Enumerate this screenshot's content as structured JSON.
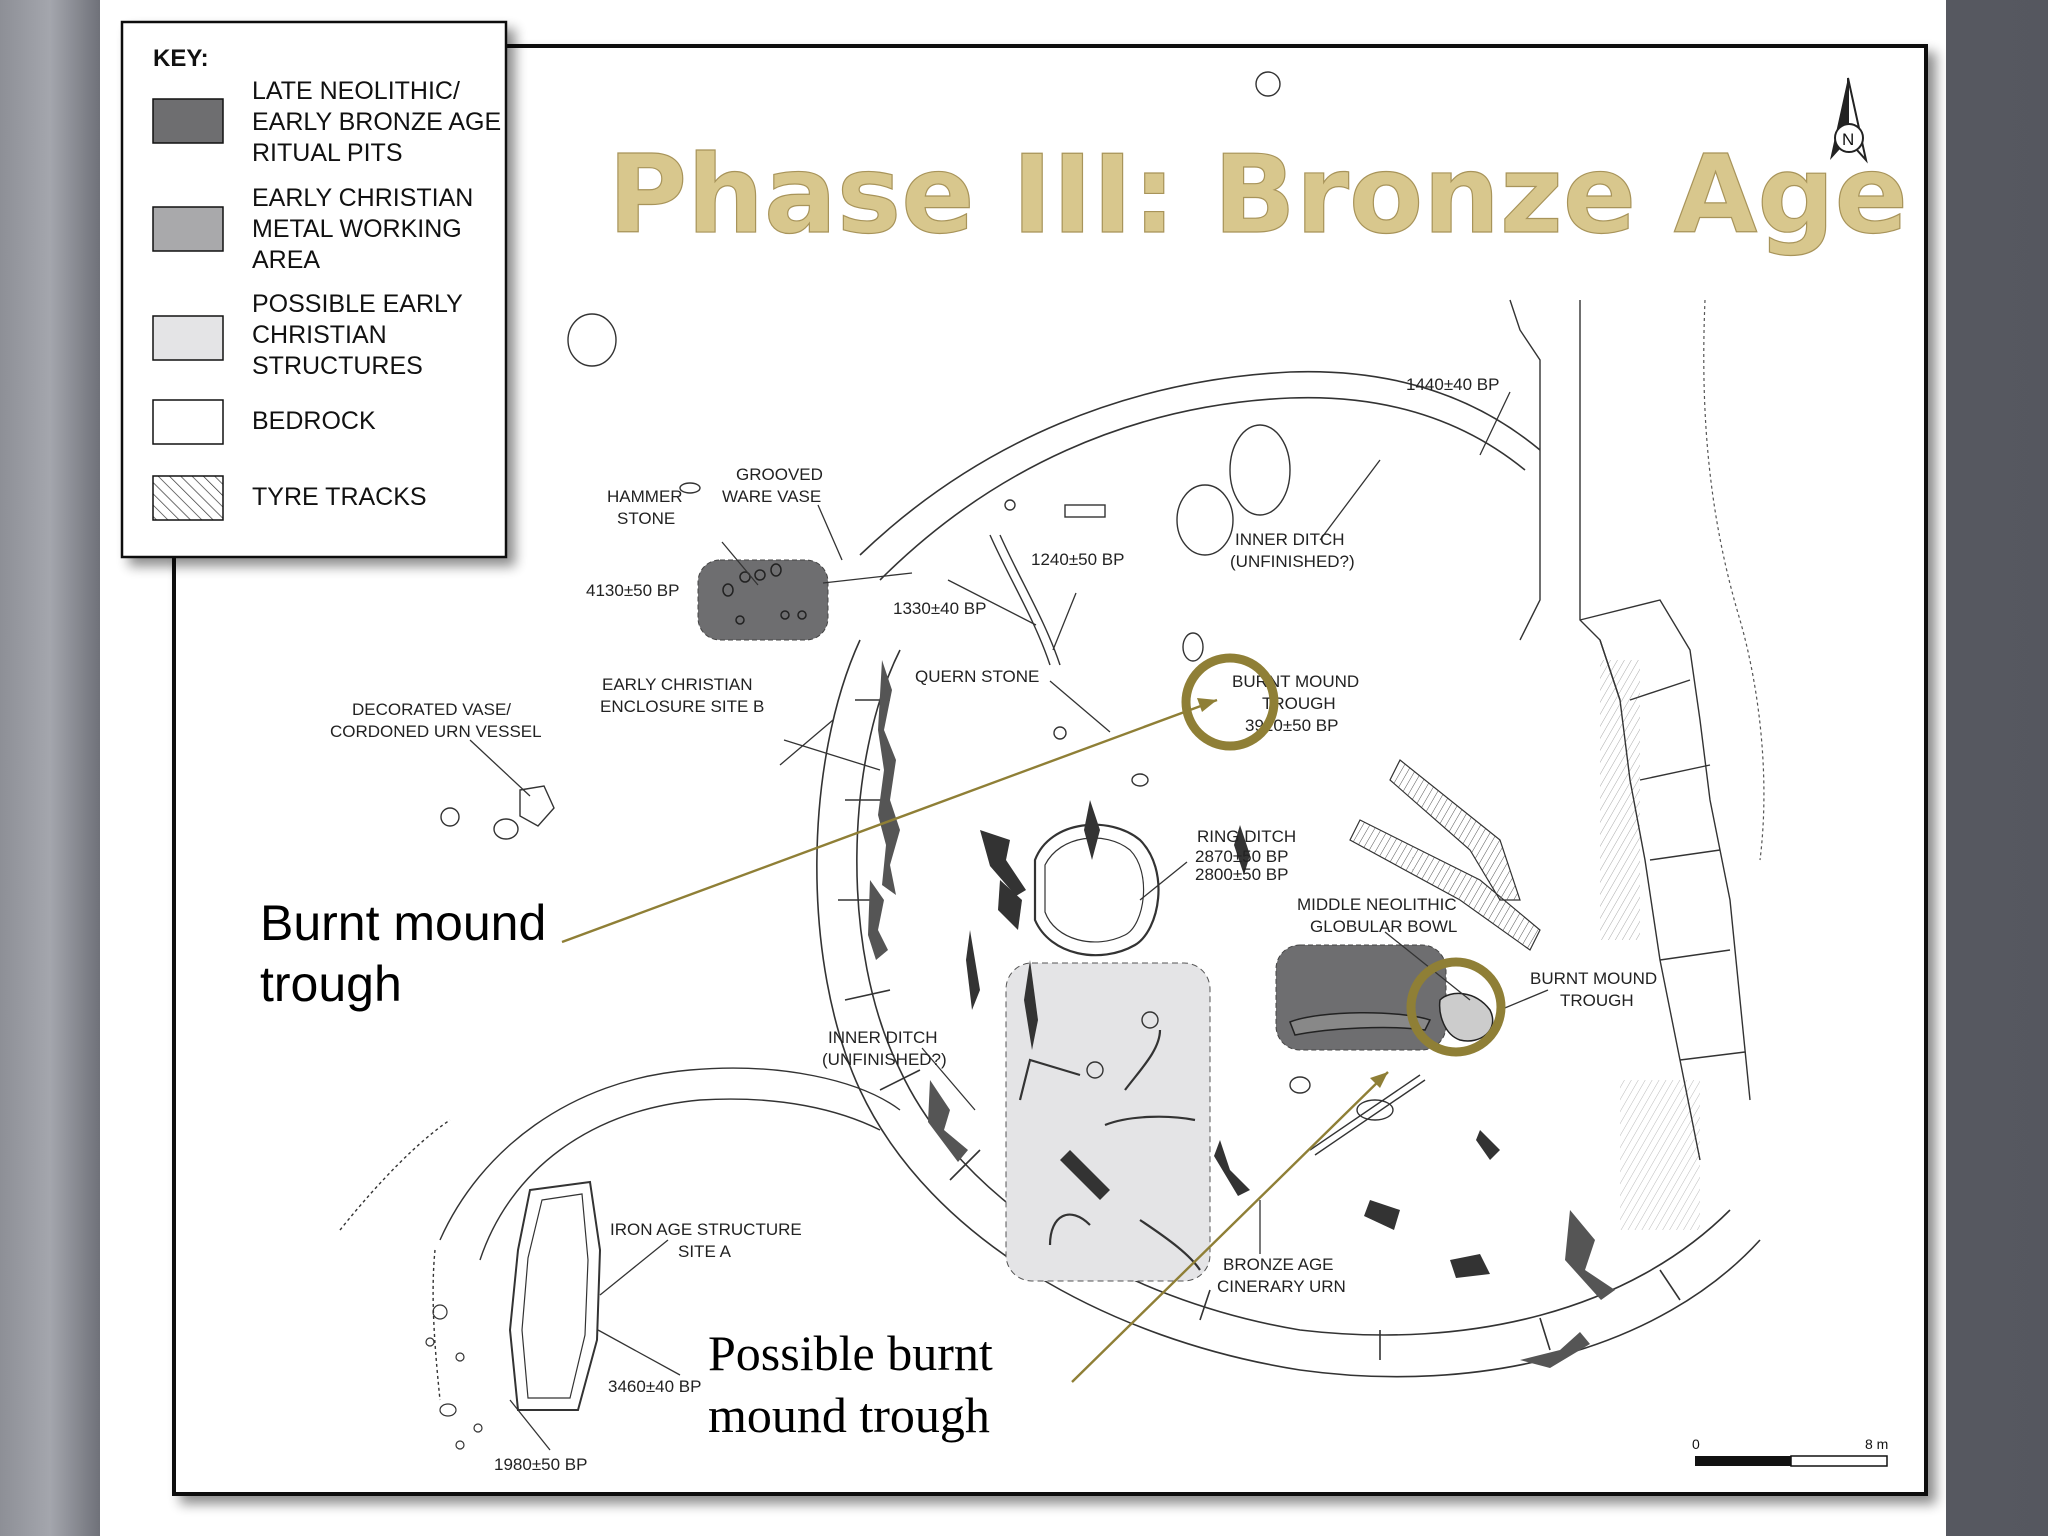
{
  "title": "Phase III: Bronze Age",
  "north_label": "N",
  "key": {
    "heading": "KEY:",
    "items": [
      {
        "lines": [
          "LATE NEOLITHIC/",
          "EARLY BRONZE AGE",
          "RITUAL PITS"
        ],
        "fill": "#6e6e70"
      },
      {
        "lines": [
          "EARLY CHRISTIAN",
          "METAL WORKING",
          "AREA"
        ],
        "fill": "#a9a9ab"
      },
      {
        "lines": [
          "POSSIBLE EARLY",
          "CHRISTIAN",
          "STRUCTURES"
        ],
        "fill": "#e4e4e6"
      },
      {
        "lines": [
          "BEDROCK"
        ],
        "fill": "#ffffff"
      },
      {
        "lines": [
          "TYRE TRACKS"
        ],
        "fill": "hatch"
      }
    ]
  },
  "labels": {
    "grooved_ware": [
      "GROOVED",
      "WARE VASE"
    ],
    "hammer_stone": [
      "HAMMER",
      "STONE"
    ],
    "date_4130": "4130±50 BP",
    "date_1330": "1330±40 BP",
    "date_1240": "1240±50 BP",
    "date_1440": "1440±40 BP",
    "inner_ditch_ne": [
      "INNER DITCH",
      "(UNFINISHED?)"
    ],
    "quern_stone": "QUERN STONE",
    "burnt_mound_north": [
      "BURNT MOUND",
      "TROUGH",
      "3920±50 BP"
    ],
    "early_christian_b": [
      "EARLY CHRISTIAN",
      "ENCLOSURE SITE B"
    ],
    "decorated_vase": [
      "DECORATED VASE/",
      "CORDONED URN VESSEL"
    ],
    "ring_ditch": [
      "RING DITCH",
      "2870±50 BP",
      "2800±50 BP"
    ],
    "middle_neolithic": [
      "MIDDLE NEOLITHIC",
      "GLOBULAR BOWL"
    ],
    "burnt_mound_east": [
      "BURNT MOUND",
      "TROUGH"
    ],
    "inner_ditch_sw": [
      "INNER DITCH",
      "(UNFINISHED?)"
    ],
    "iron_age": [
      "IRON AGE STRUCTURE",
      "SITE A"
    ],
    "date_3460": "3460±40 BP",
    "date_1980": "1980±50 BP",
    "bronze_age_urn": [
      "BRONZE AGE",
      "CINERARY URN"
    ]
  },
  "annotations": {
    "burnt_mound_trough": [
      "Burnt mound",
      "trough"
    ],
    "possible_burnt_mound": [
      "Possible burnt",
      "mound trough"
    ]
  },
  "scale": {
    "start": "0",
    "end": "8 m"
  },
  "colors": {
    "highlight": "#8f7f36",
    "title_gold": "#d8c78d"
  }
}
